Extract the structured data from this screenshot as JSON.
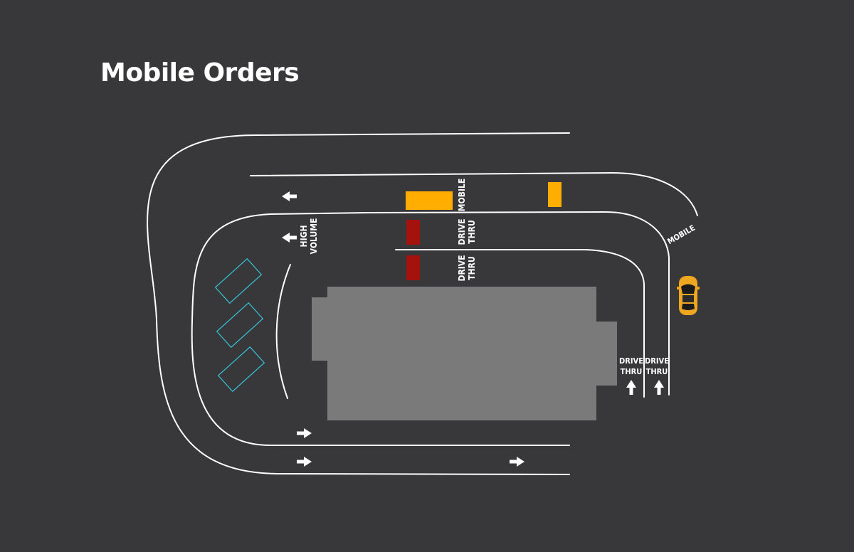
{
  "title": "Mobile Orders",
  "colors": {
    "background": "#38383a",
    "lane_line": "#ffffff",
    "building": "#7a7a7a",
    "mobile_marker": "#ffad00",
    "drive_thru_marker": "#a3120d",
    "parking_outline": "#36c2d6",
    "car": "#f0a720"
  },
  "labels": {
    "mobile_top": "MOBILE",
    "high_volume_line1": "HIGH",
    "high_volume_line2": "VOLUME",
    "drive_thru_line1": "DRIVE",
    "drive_thru_line2": "THRU",
    "mobile_entrance": "MOBILE"
  },
  "icons": {
    "arrow": "arrow-icon",
    "car": "car-icon"
  }
}
